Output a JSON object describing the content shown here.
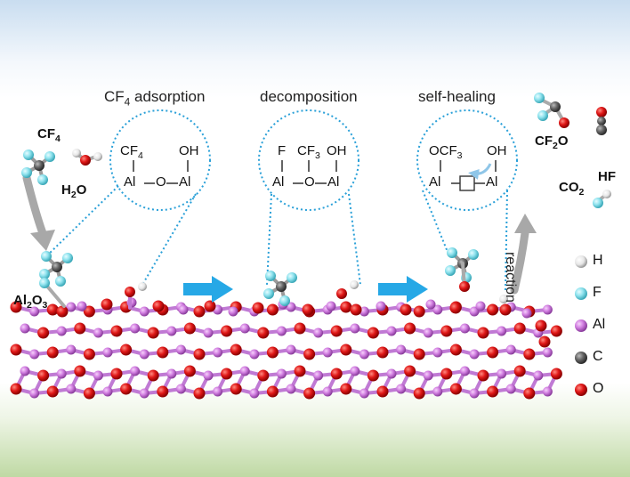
{
  "stages": {
    "adsorption": {
      "title_main": "CF",
      "title_sub": "4",
      "title_rest": " adsorption",
      "top_left": "CF",
      "top_left_sub": "4",
      "top_right": "OH",
      "bottom_left": "Al",
      "bridge": "O",
      "bottom_right": "Al"
    },
    "decomposition": {
      "title": "decomposition",
      "top_left": "F",
      "top_mid": "CF",
      "top_mid_sub": "3",
      "top_right": "OH",
      "bottom_left": "Al",
      "bridge": "O",
      "bottom_right": "Al"
    },
    "healing": {
      "title": "self-healing",
      "top_left": "OCF",
      "top_left_sub": "3",
      "top_right": "OH",
      "bottom_left": "Al",
      "bottom_right": "Al"
    }
  },
  "molecules": {
    "cf4": {
      "main": "CF",
      "sub": "4"
    },
    "h2o": {
      "main": "H",
      "sub": "2",
      "rest": "O"
    },
    "al2o3": {
      "a": "Al",
      "b": "2",
      "c": "O",
      "d": "3"
    },
    "cf2o": {
      "main": "CF",
      "sub": "2",
      "rest": "O"
    },
    "co2": {
      "main": "CO",
      "sub": "2"
    },
    "hf": {
      "main": "HF"
    }
  },
  "reaction_label": "reaction",
  "legend": [
    {
      "symbol": "H",
      "color": "#e8e8e8"
    },
    {
      "symbol": "F",
      "color": "#8fe3ee"
    },
    {
      "symbol": "Al",
      "color": "#d17ee0"
    },
    {
      "symbol": "C",
      "color": "#666666"
    },
    {
      "symbol": "O",
      "color": "#e01818"
    }
  ]
}
